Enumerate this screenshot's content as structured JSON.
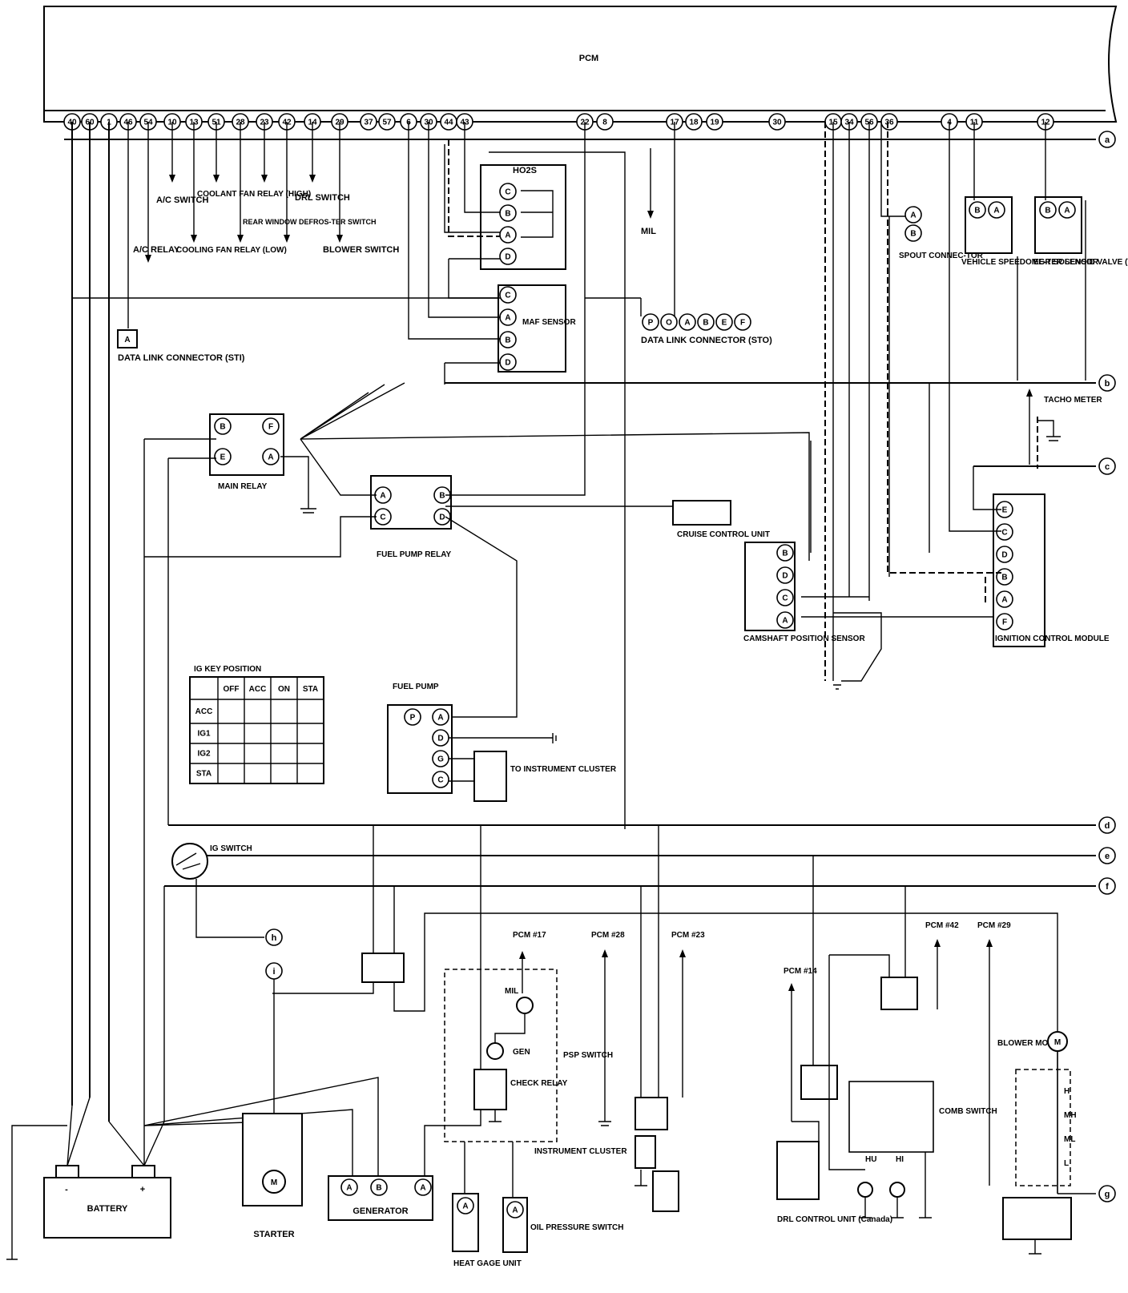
{
  "pcm": {
    "label": "PCM",
    "pins": [
      "40",
      "60",
      "1",
      "46",
      "54",
      "10",
      "13",
      "51",
      "28",
      "23",
      "42",
      "14",
      "29",
      "37",
      "57",
      "6",
      "30",
      "44",
      "43",
      "22",
      "8",
      "17",
      "18",
      "19",
      "30",
      "15",
      "34",
      "56",
      "36",
      "4",
      "11",
      "12"
    ]
  },
  "connector_letters": {
    "a": "a",
    "b": "b",
    "c": "c",
    "d": "d",
    "e": "e",
    "f": "f",
    "g": "g",
    "h": "h",
    "i": "i"
  },
  "labels": {
    "ac_switch": "A/C SWITCH",
    "ac_relay": "A/C RELAY",
    "coolant_fan_relay_high": "COOLANT FAN RELAY (HIGH)",
    "cooling_fan_relay_low": "COOLING FAN RELAY (LOW)",
    "rear_window_defroster": "REAR WINDOW DEFROS-TER SWITCH",
    "drl_switch": "DRL SWITCH",
    "blower_switch": "BLOWER SWITCH",
    "ho2s": "HO2S",
    "mil": "MIL",
    "maf_sensor": "MAF SENSOR",
    "dlc_sti": "DATA LINK CONNECTOR (STI)",
    "dlc_sto": "DATA LINK CONNECTOR (STO)",
    "spout_connector": "SPOUT CONNEC-TOR",
    "vss": "VEHICLE SPEEDOME-TER SENSOR",
    "egr": "EGR SOLENOID VALVE (VENT)",
    "tacho": "TACHO METER",
    "main_relay": "MAIN RELAY",
    "fuel_pump_relay": "FUEL PUMP RELAY",
    "cruise": "CRUISE CONTROL UNIT",
    "cmp": "CAMSHAFT POSITION SENSOR",
    "icm": "IGNITION CONTROL MODULE",
    "ig_key_position": "IG KEY POSITION",
    "fuel_pump": "FUEL PUMP",
    "to_instrument_cluster": "TO INSTRUMENT CLUSTER",
    "ig_switch": "IG SWITCH",
    "pcm17": "PCM #17",
    "pcm28": "PCM #28",
    "pcm23": "PCM #23",
    "pcm14": "PCM #14",
    "pcm42": "PCM #42",
    "pcm29": "PCM #29",
    "gen": "GEN",
    "check_relay": "CHECK RELAY",
    "psp_switch": "PSP SWITCH",
    "instrument_cluster": "INSTRUMENT CLUSTER",
    "blower_motor": "BLOWER MOTOR",
    "comb_switch": "COMB SWITCH",
    "battery": "BATTERY",
    "starter": "STARTER",
    "generator": "GENERATOR",
    "heat_gage": "HEAT GAGE UNIT",
    "oil_pressure": "OIL PRESSURE SWITCH",
    "drl_control": "DRL CONTROL UNIT (Canada)",
    "hi": "HI",
    "lo": "HU",
    "blower_h": "H",
    "blower_mh": "MH",
    "blower_ml": "ML",
    "blower_l": "L",
    "battery_minus": "-",
    "battery_plus": "+",
    "motor_m": "M"
  },
  "ig_table": {
    "headers": [
      "OFF",
      "ACC",
      "ON",
      "STA"
    ],
    "rows": [
      "",
      "ACC",
      "IG1",
      "IG2",
      "STA"
    ]
  },
  "pins_ho2s": [
    "C",
    "B",
    "A",
    "D"
  ],
  "pins_maf": [
    "C",
    "A",
    "B",
    "D"
  ],
  "pins_dlc_sto": [
    "P",
    "O",
    "A",
    "B",
    "E",
    "F"
  ],
  "pins_dlc_sti": [
    "A"
  ],
  "pins_spout": [
    "A",
    "B"
  ],
  "pins_vss": [
    "B",
    "A"
  ],
  "pins_egr": [
    "B",
    "A"
  ],
  "pins_main_relay": [
    "B",
    "E",
    "F",
    "A"
  ],
  "pins_fpr": [
    "A",
    "C",
    "B",
    "D"
  ],
  "pins_cmp": [
    "B",
    "D",
    "C",
    "A"
  ],
  "pins_icm": [
    "E",
    "C",
    "D",
    "B",
    "A",
    "F"
  ],
  "pins_fuel_pump": [
    "P",
    "A",
    "D",
    "G",
    "C"
  ],
  "pins_generator": [
    "A",
    "B",
    "A"
  ],
  "pins_heat": [
    "A"
  ],
  "pins_oil": [
    "A"
  ]
}
